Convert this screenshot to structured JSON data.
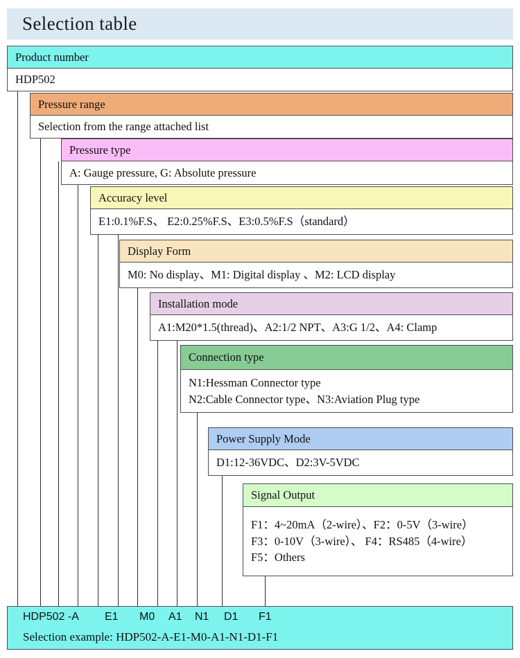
{
  "page": {
    "title": "Selection table",
    "title_bg": "#dce9f2"
  },
  "levels": [
    {
      "key": "product_number",
      "header": "Product number",
      "header_color": "#7df3ee",
      "body_lines": [
        "HDP502"
      ],
      "code": "HDP502 -A"
    },
    {
      "key": "pressure_range",
      "header": "Pressure range",
      "header_color": "#f0ac78",
      "body_lines": [
        "Selection from the range attached list"
      ],
      "code": ""
    },
    {
      "key": "pressure_type",
      "header": "Pressure type",
      "header_color": "#fbbdf8",
      "body_lines": [
        "A: Gauge pressure, G: Absolute pressure"
      ],
      "code": ""
    },
    {
      "key": "accuracy_level",
      "header": "Accuracy level",
      "header_color": "#faf6b8",
      "body_lines": [
        "E1:0.1%F.S、 E2:0.25%F.S、E3:0.5%F.S（standard）"
      ],
      "code": "E1"
    },
    {
      "key": "display_form",
      "header": "Display Form",
      "header_color": "#f8e5c0",
      "body_lines": [
        "M0: No display、M1: Digital display 、M2: LCD display"
      ],
      "code": "M0"
    },
    {
      "key": "installation_mode",
      "header": "Installation mode",
      "header_color": "#e6d0e8",
      "body_lines": [
        "A1:M20*1.5(thread)、A2:1/2 NPT、A3:G 1/2、A4: Clamp"
      ],
      "code": "A1"
    },
    {
      "key": "connection_type",
      "header": "Connection type",
      "header_color": "#87cb95",
      "body_lines": [
        "N1:Hessman Connector type",
        "N2:Cable Connector type、N3:Aviation Plug type"
      ],
      "code": "N1"
    },
    {
      "key": "power_supply_mode",
      "header": "Power Supply Mode",
      "header_color": "#afcdf2",
      "body_lines": [
        "D1:12-36VDC、D2:3V-5VDC"
      ],
      "code": "D1"
    },
    {
      "key": "signal_output",
      "header": "Signal Output",
      "header_color": "#d4fcc8",
      "body_lines": [
        "F1：4~20mA（2-wire）、F2：0-5V（3-wire）",
        "F3：0-10V（3-wire）、 F4：RS485（4-wire）",
        "F5：Others"
      ],
      "code": "F1"
    }
  ],
  "summary": {
    "bg_color": "#7df3ee",
    "codes": [
      "HDP502 -A",
      "E1",
      "M0",
      "A1",
      "N1",
      "D1",
      "F1"
    ],
    "example_label": "Selection example: HDP502-A-E1-M0-A1-N1-D1-F1"
  }
}
